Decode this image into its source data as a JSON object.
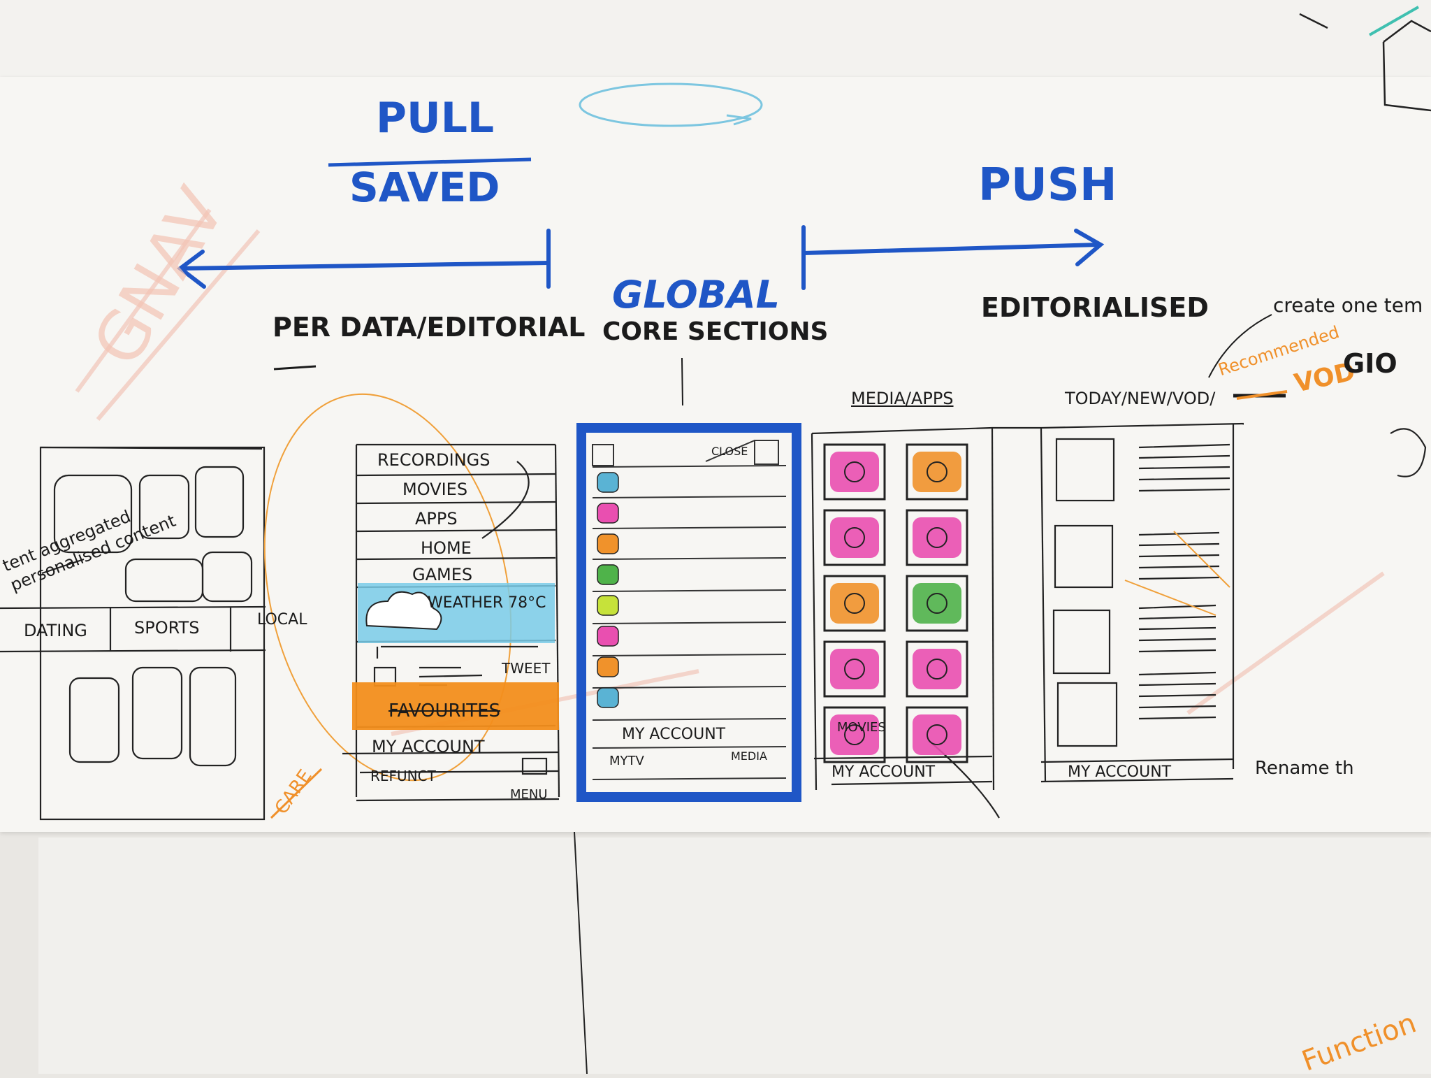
{
  "headings": {
    "pull": "PULL",
    "saved": "SAVED",
    "push": "PUSH",
    "global": "GLOBAL",
    "core_sections": "CORE SECTIONS",
    "per_data_editorial": "PER DATA/EDITORIAL",
    "editorialised": "EDITORIALISED",
    "create_one": "create one tem",
    "recommended": "Recommended",
    "vod": "VOD",
    "gio": "GIO",
    "gnav": "GNAV",
    "care": "CARE",
    "function": "Function"
  },
  "left_sketch": {
    "note": "tent aggregated personalised content",
    "tabs": [
      "DATING",
      "SPORTS",
      "LOCAL"
    ]
  },
  "menu_sketch": {
    "items": [
      "RECORDINGS",
      "MOVIES",
      "APPS",
      "HOME",
      "GAMES"
    ],
    "weather": "WEATHER 78°C",
    "tweet": "TWEET",
    "favourites": "FAVOURITES",
    "my_account": "MY ACCOUNT",
    "refunct": "REFUNCT",
    "menu": "MENU"
  },
  "global_sketch": {
    "close": "CLOSE",
    "swatches": [
      "#5ab3d4",
      "#e94fb0",
      "#f0922b",
      "#4fb34a",
      "#c6e23a",
      "#e94fb0",
      "#f0922b",
      "#5ab3d4"
    ],
    "my_account": "MY ACCOUNT",
    "mytv": "MYTV",
    "media": "MEDIA"
  },
  "media_sketch": {
    "label": "MEDIA/APPS",
    "tile_colors": [
      "#e94fb0",
      "#f0922b",
      "#e94fb0",
      "#e94fb0",
      "#f0922b",
      "#4fb34a",
      "#e94fb0",
      "#e94fb0",
      "#e94fb0",
      "#e94fb0"
    ],
    "movies": "MOVIES",
    "my_account": "MY ACCOUNT"
  },
  "today_sketch": {
    "label": "TODAY/NEW/VOD/",
    "my_account": "MY ACCOUNT",
    "rename": "Rename th"
  }
}
